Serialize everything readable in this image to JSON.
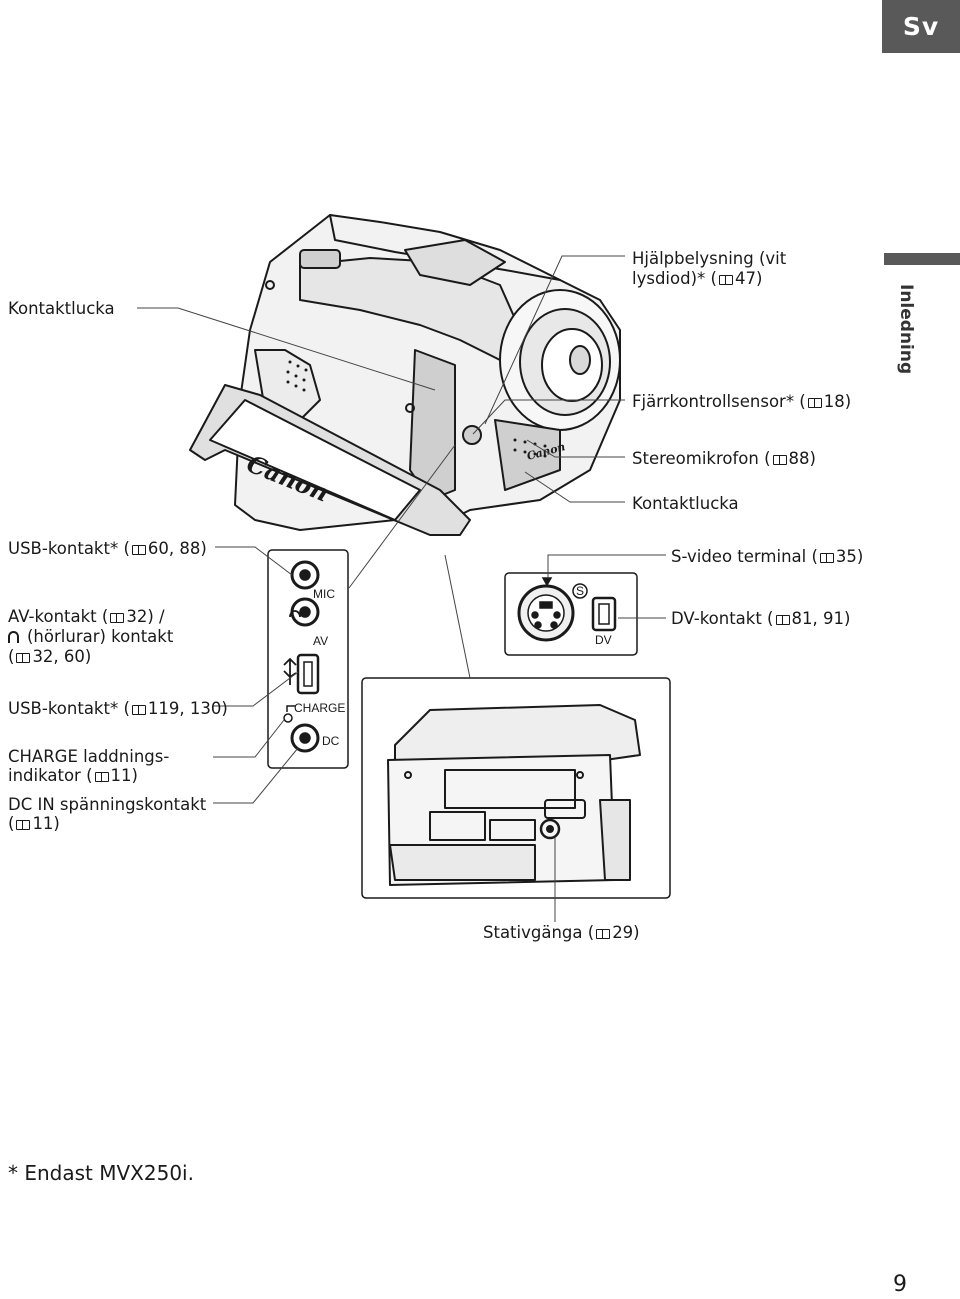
{
  "header": {
    "language_tab": "Sv",
    "section_tab": "Inledning"
  },
  "labels": {
    "kontaktlucka_left": "Kontaktlucka",
    "hjalpbelysning_line1": "Hjälpbelysning (vit",
    "hjalpbelysning_line2": "lysdiod)* (",
    "hjalpbelysning_ref": "47)",
    "fjarrkontroll": "Fjärrkontrollsensor* (",
    "fjarrkontroll_ref": "18)",
    "stereomikrofon": "Stereomikrofon (",
    "stereomikrofon_ref": "88)",
    "kontaktlucka_right": "Kontaktlucka",
    "usb1": "USB-kontakt* (",
    "usb1_ref": "60, 88)",
    "svideo": "S-video terminal (",
    "svideo_ref": "35)",
    "av_line1": "AV-kontakt (",
    "av_line1_ref": "32) /",
    "av_line2": "(hörlurar) kontakt",
    "av_line3_prefix": "(",
    "av_line3_ref": "32, 60)",
    "dv": "DV-kontakt (",
    "dv_ref": "81, 91)",
    "usb2": "USB-kontakt* (",
    "usb2_ref": "119, 130)",
    "charge_line1": "CHARGE laddnings-",
    "charge_line2": "indikator (",
    "charge_line2_ref": "11)",
    "dcin_line1": "DC IN spänningskontakt",
    "dcin_line2_prefix": "(",
    "dcin_line2_ref": "11)",
    "stativ": "Stativgänga (",
    "stativ_ref": "29)"
  },
  "jack_labels": {
    "mic": "MIC",
    "av": "AV",
    "charge": "CHARGE",
    "dc": "DC",
    "dv": "DV",
    "s": "S"
  },
  "brand": "Canon",
  "footnote": "* Endast MVX250i.",
  "page_number": "9"
}
